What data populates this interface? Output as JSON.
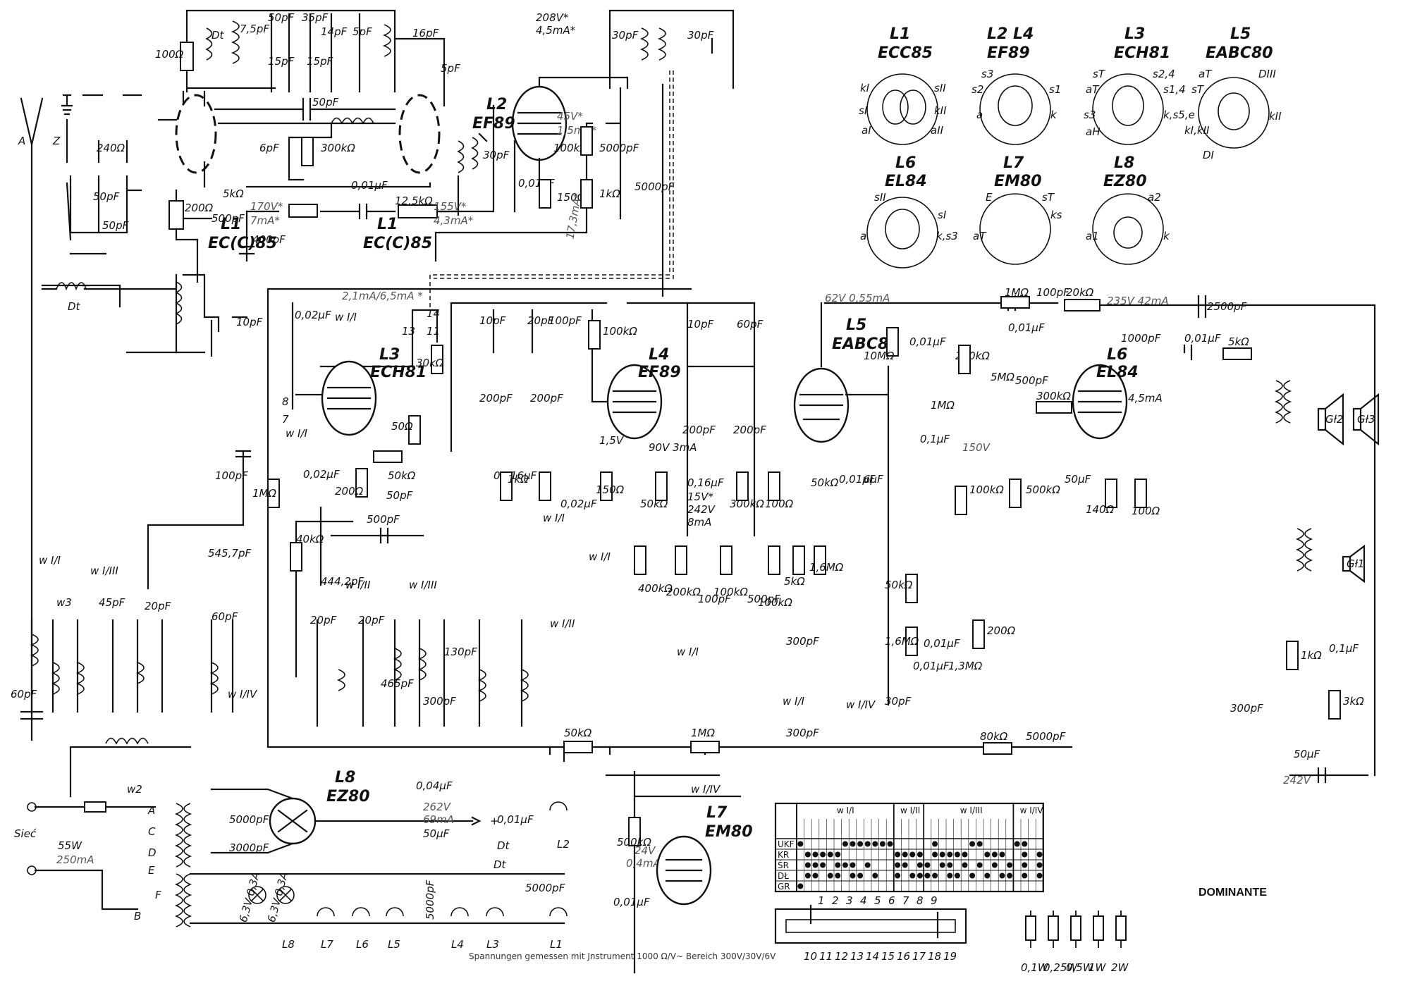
{
  "brand": "DOMINANTE",
  "footnote": "Spannungen gemessen mit Jnstrument 1000 Ω/V~ Bereich 300V/30V/6V",
  "inputs": {
    "antenna": "A",
    "ground": "Z",
    "dipole": "240Ω",
    "mains": "Sieć",
    "power": "55W",
    "current": "250mA"
  },
  "tubes": [
    {
      "ref": "L1",
      "type": "EC(C)85"
    },
    {
      "ref": "L1",
      "type": "EC(C)85"
    },
    {
      "ref": "L2",
      "type": "EF89"
    },
    {
      "ref": "L3",
      "type": "ECH81"
    },
    {
      "ref": "L4",
      "type": "EF89"
    },
    {
      "ref": "L5",
      "type": "EABC80"
    },
    {
      "ref": "L6",
      "type": "EL84"
    },
    {
      "ref": "L7",
      "type": "EM80"
    },
    {
      "ref": "L8",
      "type": "EZ80"
    }
  ],
  "pinouts": [
    {
      "ref": "L1",
      "type": "ECC85"
    },
    {
      "ref": "L2 L4",
      "type": "EF89"
    },
    {
      "ref": "L3",
      "type": "ECH81"
    },
    {
      "ref": "L5",
      "type": "EABC80"
    },
    {
      "ref": "L6",
      "type": "EL84"
    },
    {
      "ref": "L7",
      "type": "EM80"
    },
    {
      "ref": "L8",
      "type": "EZ80"
    }
  ],
  "voltages": {
    "v208": "208V*",
    "i45": "4,5mA*",
    "v170": "170V*",
    "i7": "7mA*",
    "v155": "155V*",
    "i43": "4,3mA*",
    "i21": "2,1mA/6,5mA *",
    "v62": "62V 0,55mA",
    "v235": "235V 42mA",
    "v150": "150V",
    "v262": "262V",
    "i69": "69mA",
    "v242": "242V",
    "v24": "24V",
    "i04": "0,4mA",
    "i173": "17,3mA*"
  },
  "resistors": [
    "100Ω",
    "200Ω",
    "5kΩ",
    "12,5kΩ",
    "300kΩ",
    "100kΩ",
    "1kΩ",
    "150Ω",
    "30kΩ",
    "50Ω",
    "1MΩ",
    "40kΩ",
    "200Ω",
    "50kΩ",
    "10MΩ",
    "200kΩ",
    "1MΩ",
    "5MΩ",
    "20kΩ",
    "300kΩ",
    "100kΩ",
    "500kΩ",
    "140Ω",
    "100Ω",
    "5kΩ",
    "1kΩ",
    "3kΩ",
    "50kΩ",
    "1,6MΩ",
    "200Ω",
    "1,3MΩ",
    "80kΩ",
    "50kΩ",
    "1MΩ",
    "500kΩ",
    "400kΩ",
    "200kΩ",
    "100kΩ",
    "100kΩ",
    "5kΩ",
    "1,6MΩ",
    "300kΩ",
    "100Ω"
  ],
  "capacitors": [
    "50pF",
    "7,5pF",
    "15pF",
    "35pF",
    "14pF",
    "5pF",
    "16pF",
    "50pF",
    "6pF",
    "0,01µF",
    "500pF",
    "400pF",
    "30pF",
    "30pF",
    "5000pF",
    "0,01µF",
    "5000pF",
    "0,02µF",
    "10pF",
    "20pF",
    "200pF",
    "100pF",
    "0,02µF",
    "50pF",
    "100pF",
    "545,7pF",
    "500pF",
    "444,2pF",
    "0,016µF",
    "0,02µF",
    "0,16µF",
    "60pF",
    "0,01µF",
    "6µF",
    "0,01µF",
    "0,1µF",
    "100pF",
    "1000pF",
    "50µF",
    "2500pF",
    "0,01µF",
    "0,1µF",
    "300pF",
    "50µF",
    "5000pF",
    "0,01µF",
    "300pF",
    "30pF",
    "0,01µF",
    "5000pF",
    "0,04µF",
    "50µF",
    "3000pF",
    "5000pF"
  ],
  "speakers": [
    "Gł1",
    "Gł2",
    "Gł3"
  ],
  "switches": {
    "label_i": "w I/I",
    "label_ii": "w I/II",
    "label_iii": "w I/III",
    "label_iv": "w I/IV",
    "w2": "w2",
    "w3": "w3"
  },
  "table": {
    "rows": [
      "UKF",
      "KR",
      "ŚR",
      "DŁ",
      "GR"
    ],
    "groups": [
      "w I/I",
      "w I/II",
      "w I/III",
      "w I/IV"
    ],
    "marks": [
      [
        1,
        0,
        0,
        0,
        0,
        0,
        1,
        1,
        1,
        1,
        1,
        1,
        1,
        0,
        0,
        0,
        0,
        0,
        1,
        0,
        0,
        0,
        0,
        1,
        1,
        0,
        0,
        0,
        0,
        1,
        1,
        0,
        0
      ],
      [
        0,
        1,
        1,
        1,
        1,
        1,
        0,
        0,
        0,
        0,
        0,
        0,
        0,
        1,
        1,
        1,
        1,
        0,
        1,
        1,
        1,
        1,
        1,
        0,
        0,
        1,
        1,
        1,
        0,
        0,
        1,
        0,
        1
      ],
      [
        0,
        1,
        1,
        1,
        0,
        1,
        1,
        1,
        0,
        1,
        0,
        0,
        0,
        1,
        1,
        0,
        1,
        1,
        0,
        1,
        1,
        0,
        1,
        0,
        1,
        0,
        1,
        0,
        1,
        0,
        1,
        0,
        1
      ],
      [
        0,
        1,
        1,
        0,
        1,
        1,
        0,
        1,
        1,
        0,
        1,
        0,
        0,
        1,
        0,
        1,
        1,
        1,
        1,
        0,
        1,
        1,
        0,
        1,
        0,
        1,
        0,
        1,
        1,
        0,
        1,
        0,
        1
      ],
      [
        1,
        0,
        0,
        0,
        0,
        0,
        0,
        0,
        0,
        0,
        0,
        0,
        0,
        0,
        0,
        0,
        0,
        0,
        0,
        0,
        0,
        0,
        0,
        0,
        0,
        0,
        0,
        0,
        0,
        0,
        0,
        0,
        0
      ]
    ]
  },
  "dial_top": [
    "1",
    "2",
    "3",
    "4",
    "5",
    "6",
    "7",
    "8",
    "9"
  ],
  "dial_bottom": [
    "10",
    "11",
    "12",
    "13",
    "14",
    "15",
    "16",
    "17",
    "18",
    "19"
  ],
  "wattage": [
    "0,1W",
    "0,25W",
    "0,5W",
    "1W",
    "2W"
  ]
}
